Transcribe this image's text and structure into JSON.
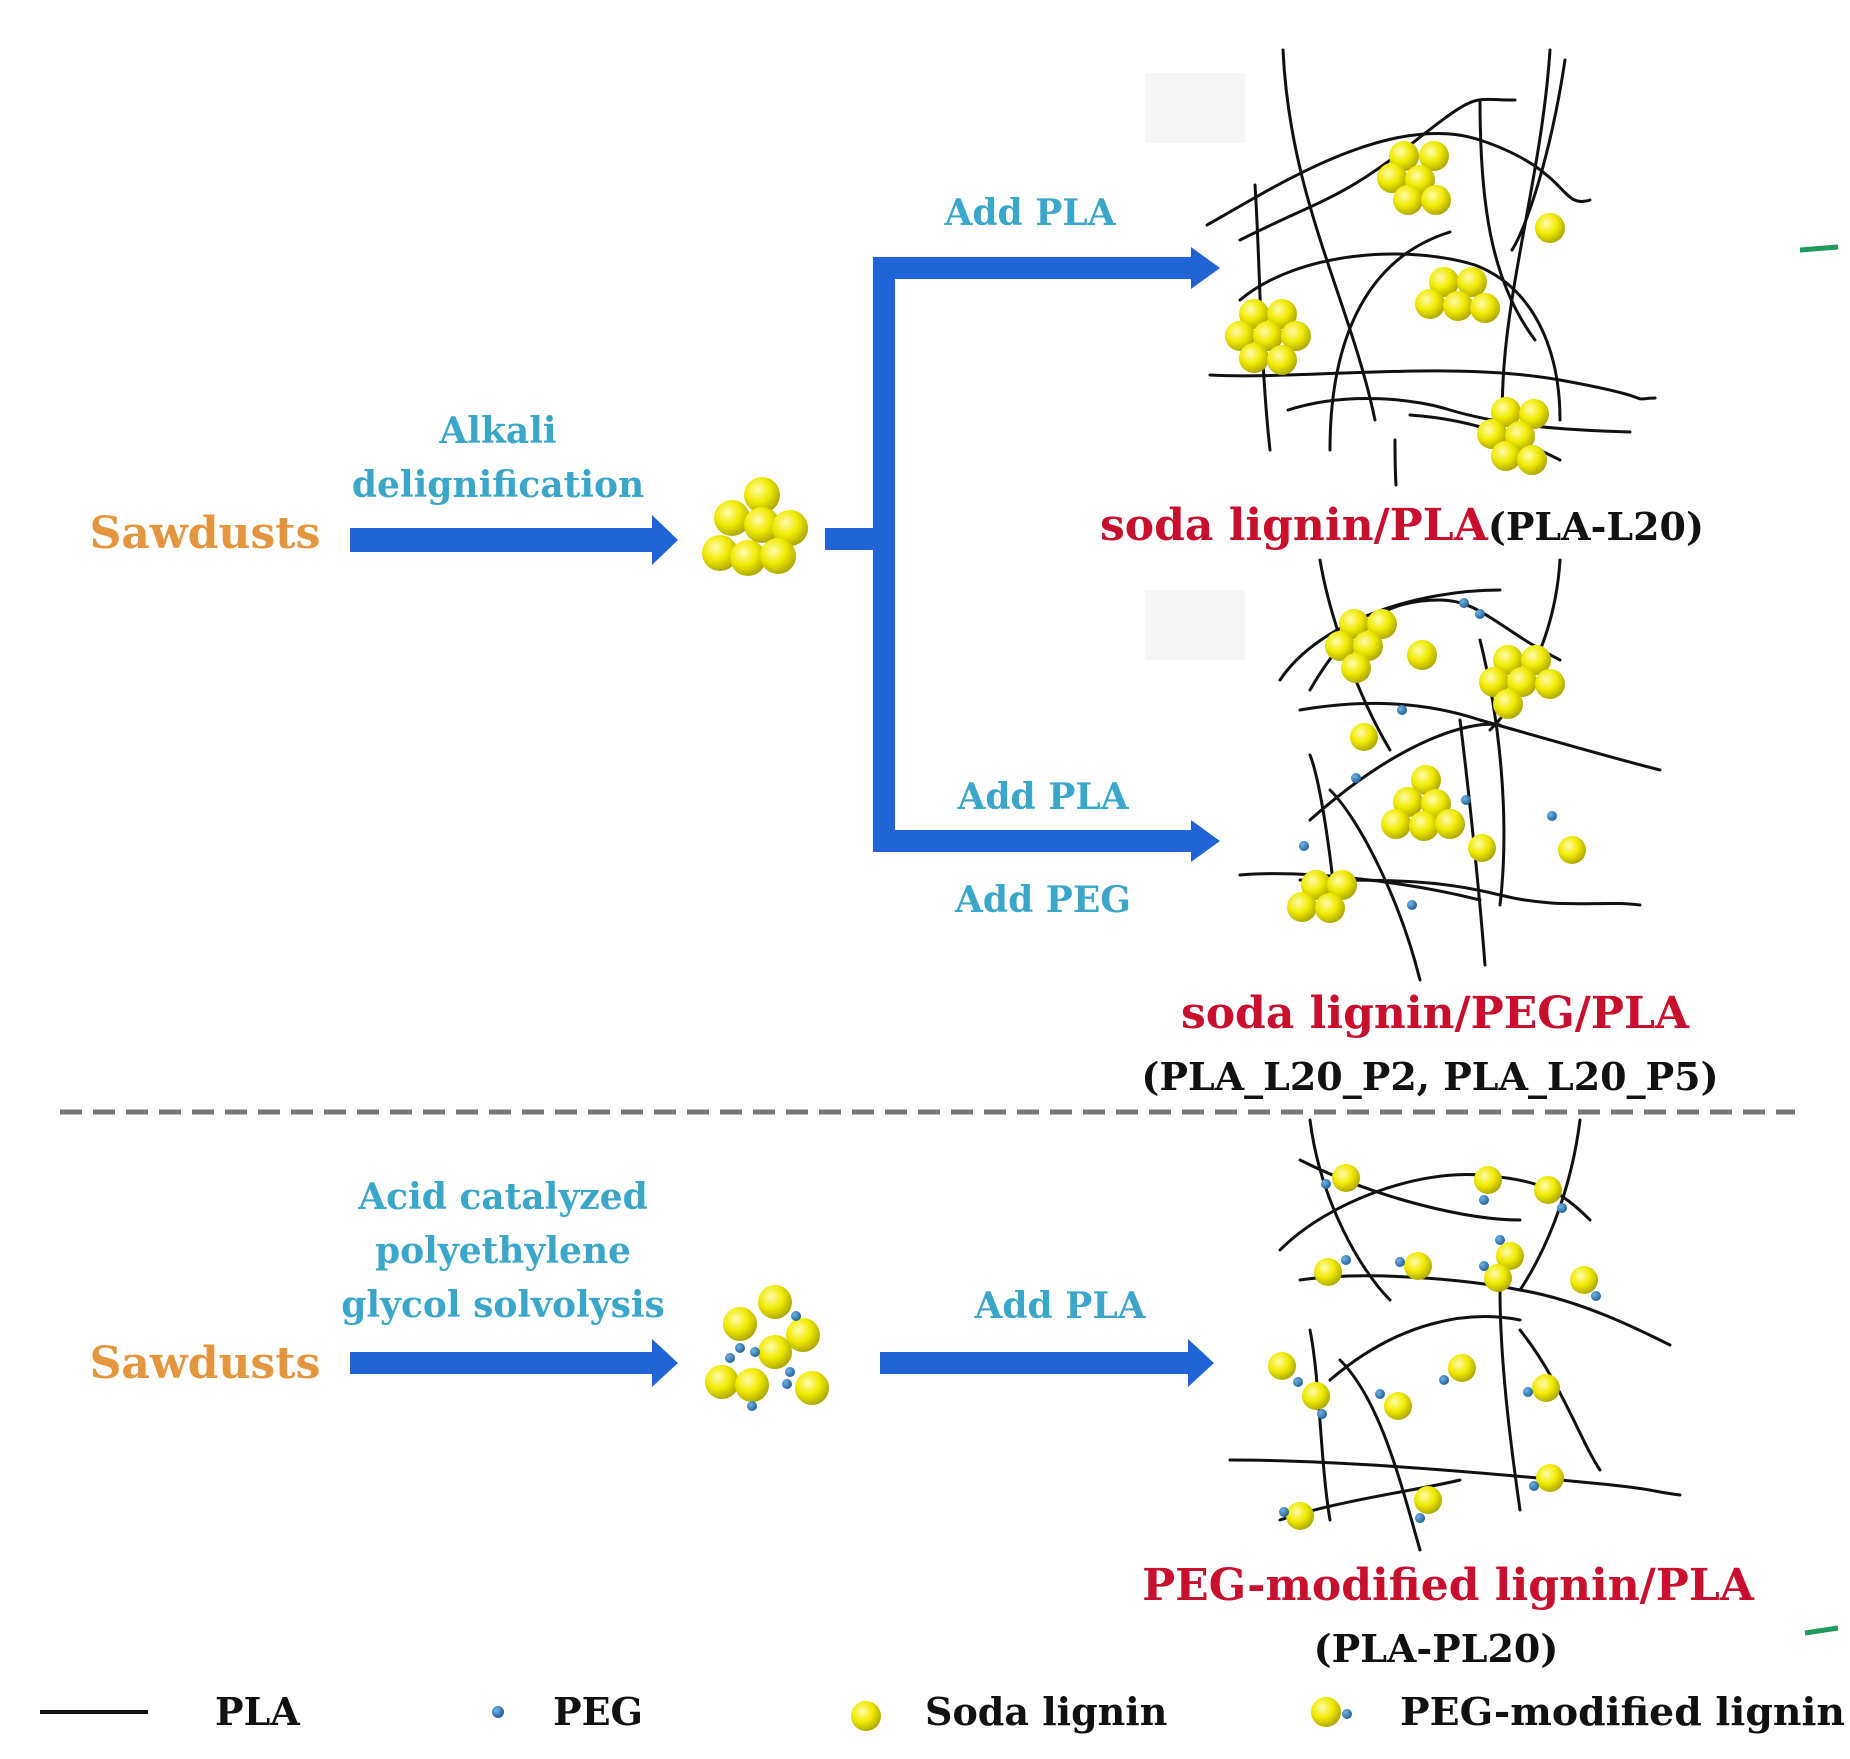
{
  "colors": {
    "arrow": "#2164d6",
    "process_text": "#3aa6c9",
    "source_text": "#e3963e",
    "product_text": "#c8102e",
    "lignin": "#f1ea00",
    "peg": "#1f6aa6",
    "pla_line": "#111111"
  },
  "top": {
    "source": "Sawdusts",
    "step1": [
      "Alkali",
      "delignification"
    ],
    "branch_a_label": "Add PLA",
    "branch_b_label1": "Add PLA",
    "branch_b_label2": "Add PEG",
    "product_a_name": "soda lignin/PLA",
    "product_a_code": "(PLA-L20)",
    "product_b_name": "soda lignin/PEG/PLA",
    "product_b_code": "(PLA_L20_P2, PLA_L20_P5)"
  },
  "bottom": {
    "source": "Sawdusts",
    "step1": [
      "Acid catalyzed",
      "polyethylene",
      "glycol solvolysis"
    ],
    "step2": "Add PLA",
    "product_name": "PEG-modified lignin/PLA",
    "product_code": "(PLA-PL20)"
  },
  "legend": [
    {
      "symbol": "pla-line",
      "label": "PLA"
    },
    {
      "symbol": "peg-dot",
      "label": "PEG"
    },
    {
      "symbol": "lignin-sphere",
      "label": "Soda lignin"
    },
    {
      "symbol": "peg-lignin",
      "label": "PEG-modified lignin"
    }
  ]
}
